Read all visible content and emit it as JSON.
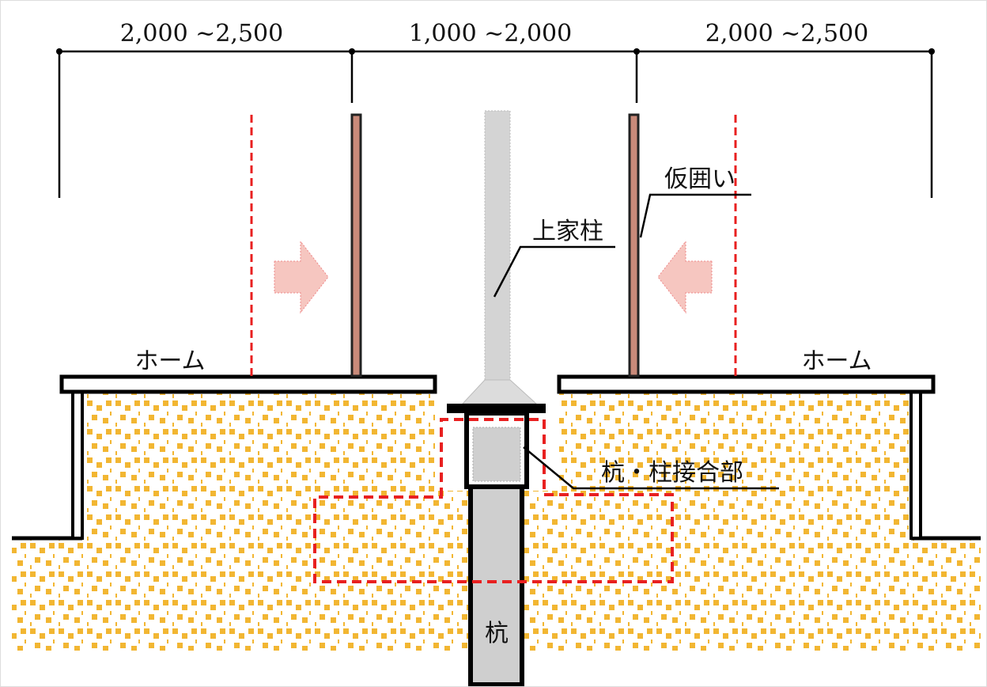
{
  "dimensions": {
    "left": "2,000 ~2,500",
    "center": "1,000 ~2,000",
    "right": "2,000 ~2,500"
  },
  "labels": {
    "platform_left": "ホーム",
    "platform_right": "ホーム",
    "column": "上家柱",
    "fence": "仮囲い",
    "joint": "杭・柱接合部",
    "pile": "杭"
  },
  "colors": {
    "soil": "#f2b632",
    "dashed": "#e82020",
    "column": "#cfcfcf",
    "arrow": "#f6c6c0"
  }
}
